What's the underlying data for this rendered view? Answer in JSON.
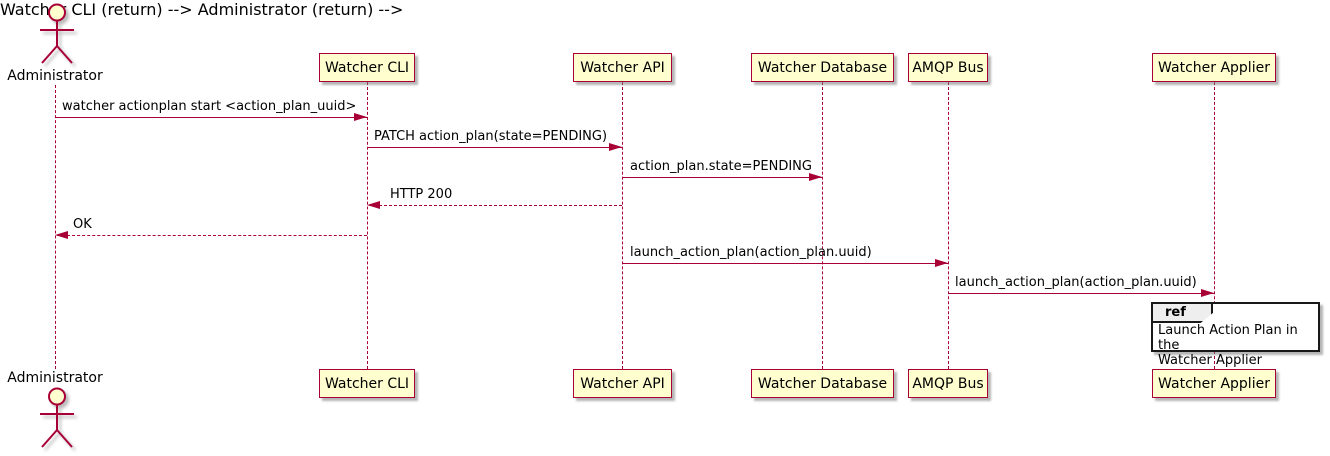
{
  "diagram": {
    "kind": "uml-sequence-diagram",
    "colors": {
      "stroke": "#A80036",
      "participant_fill": "#FEFECE",
      "ref_tab_fill": "#EEEEEE",
      "ref_border": "#181818",
      "text": "#000000",
      "background": "#FFFFFF"
    },
    "actor": {
      "label": "Administrator"
    },
    "participants": [
      {
        "label": "Watcher CLI"
      },
      {
        "label": "Watcher API"
      },
      {
        "label": "Watcher Database"
      },
      {
        "label": "AMQP Bus"
      },
      {
        "label": "Watcher Applier"
      }
    ],
    "messages": [
      {
        "from": "Administrator",
        "to": "Watcher CLI",
        "label": "watcher actionplan start <action_plan_uuid>",
        "line": "solid",
        "direction": "right"
      },
      {
        "from": "Watcher CLI",
        "to": "Watcher API",
        "label": "PATCH action_plan(state=PENDING)",
        "line": "solid",
        "direction": "right"
      },
      {
        "from": "Watcher API",
        "to": "Watcher Database",
        "label": "action_plan.state=PENDING",
        "line": "solid",
        "direction": "right"
      },
      {
        "from": "Watcher API",
        "to": "Watcher CLI",
        "label": "HTTP 200",
        "line": "dashed",
        "direction": "left"
      },
      {
        "from": "Watcher CLI",
        "to": "Administrator",
        "label": "OK",
        "line": "dashed",
        "direction": "left"
      },
      {
        "from": "Watcher API",
        "to": "AMQP Bus",
        "label": "launch_action_plan(action_plan.uuid)",
        "line": "solid",
        "direction": "right"
      },
      {
        "from": "AMQP Bus",
        "to": "Watcher Applier",
        "label": "launch_action_plan(action_plan.uuid)",
        "line": "solid",
        "direction": "right"
      }
    ],
    "ref": {
      "tag": "ref",
      "text": "Launch Action Plan in the\nWatcher Applier",
      "over": "Watcher Applier"
    }
  }
}
